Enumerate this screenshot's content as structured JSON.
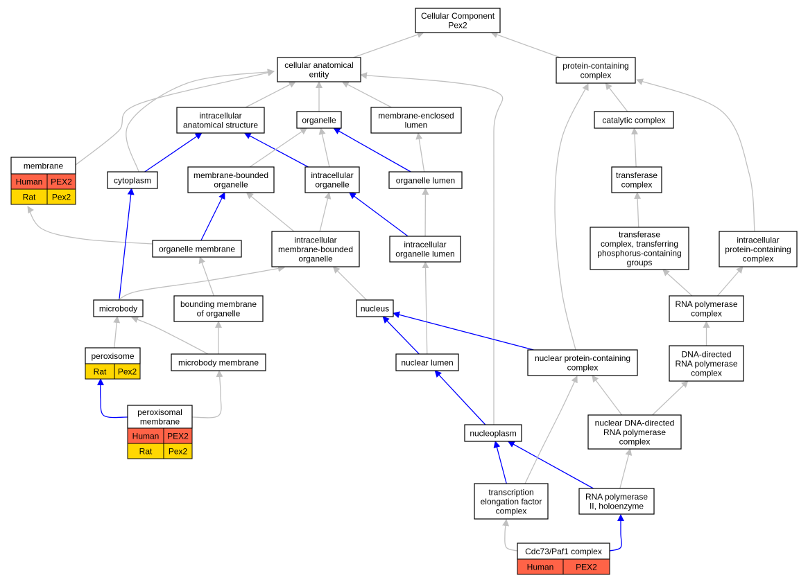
{
  "colors": {
    "is_a": "#c0c0c0",
    "part_of": "#0000ff",
    "human": "#ff6347",
    "rat": "#ffd700"
  },
  "nodes": {
    "cc": [
      "Cellular Component",
      "Pex2"
    ],
    "cae": [
      "cellular anatomical",
      "entity"
    ],
    "pcc": [
      "protein-containing",
      "complex"
    ],
    "ias": [
      "intracellular",
      "anatomical structure"
    ],
    "org": [
      "organelle"
    ],
    "mel": [
      "membrane-enclosed",
      "lumen"
    ],
    "cat": [
      "catalytic complex"
    ],
    "membrane": [
      "membrane"
    ],
    "cyto": [
      "cytoplasm"
    ],
    "mbo": [
      "membrane-bounded",
      "organelle"
    ],
    "io": [
      "intracellular",
      "organelle"
    ],
    "ol": [
      "organelle lumen"
    ],
    "tc": [
      "transferase",
      "complex"
    ],
    "om": [
      "organelle membrane"
    ],
    "imbo": [
      "intracellular",
      "membrane-bounded",
      "organelle"
    ],
    "iol": [
      "intracellular",
      "organelle lumen"
    ],
    "tctp": [
      "transferase",
      "complex, transferring",
      "phosphorus-containing",
      "groups"
    ],
    "ipcc": [
      "intracellular",
      "protein-containing",
      "complex"
    ],
    "micro": [
      "microbody"
    ],
    "bmo": [
      "bounding membrane",
      "of organelle"
    ],
    "nuc": [
      "nucleus"
    ],
    "rnapc": [
      "RNA polymerase",
      "complex"
    ],
    "perox": [
      "peroxisome"
    ],
    "mm": [
      "microbody membrane"
    ],
    "nl": [
      "nuclear lumen"
    ],
    "npcc": [
      "nuclear protein-containing",
      "complex"
    ],
    "ddrnap": [
      "DNA-directed",
      "RNA polymerase",
      "complex"
    ],
    "pm": [
      "peroxisomal",
      "membrane"
    ],
    "np": [
      "nucleoplasm"
    ],
    "nddrnap": [
      "nuclear DNA-directed",
      "RNA polymerase",
      "complex"
    ],
    "tefc": [
      "transcription",
      "elongation factor",
      "complex"
    ],
    "rnap2": [
      "RNA polymerase",
      "II, holoenzyme"
    ],
    "cdc73": [
      "Cdc73/Paf1 complex"
    ]
  },
  "species_tables": {
    "membrane": [
      [
        "Human",
        "PEX2"
      ],
      [
        "Rat",
        "Pex2"
      ]
    ],
    "perox": [
      [
        "Rat",
        "Pex2"
      ]
    ],
    "pm": [
      [
        "Human",
        "PEX2"
      ],
      [
        "Rat",
        "Pex2"
      ]
    ],
    "cdc73": [
      [
        "Human",
        "PEX2"
      ]
    ]
  },
  "edges": [
    {
      "from": "cae",
      "to": "cc",
      "type": "is_a"
    },
    {
      "from": "pcc",
      "to": "cc",
      "type": "is_a"
    },
    {
      "from": "membrane",
      "to": "cae",
      "type": "is_a"
    },
    {
      "from": "cyto",
      "to": "cae",
      "type": "is_a"
    },
    {
      "from": "ias",
      "to": "cae",
      "type": "is_a"
    },
    {
      "from": "org",
      "to": "cae",
      "type": "is_a"
    },
    {
      "from": "mel",
      "to": "cae",
      "type": "is_a"
    },
    {
      "from": "np",
      "to": "cae",
      "type": "is_a"
    },
    {
      "from": "cat",
      "to": "pcc",
      "type": "is_a"
    },
    {
      "from": "ipcc",
      "to": "pcc",
      "type": "is_a"
    },
    {
      "from": "npcc",
      "to": "pcc",
      "type": "is_a"
    },
    {
      "from": "cyto",
      "to": "ias",
      "type": "part_of"
    },
    {
      "from": "io",
      "to": "ias",
      "type": "part_of"
    },
    {
      "from": "mbo",
      "to": "org",
      "type": "is_a"
    },
    {
      "from": "io",
      "to": "org",
      "type": "is_a"
    },
    {
      "from": "ol",
      "to": "org",
      "type": "part_of"
    },
    {
      "from": "ol",
      "to": "mel",
      "type": "is_a"
    },
    {
      "from": "tc",
      "to": "cat",
      "type": "is_a"
    },
    {
      "from": "om",
      "to": "membrane",
      "type": "is_a"
    },
    {
      "from": "micro",
      "to": "cyto",
      "type": "part_of"
    },
    {
      "from": "om",
      "to": "mbo",
      "type": "part_of"
    },
    {
      "from": "imbo",
      "to": "mbo",
      "type": "is_a"
    },
    {
      "from": "imbo",
      "to": "io",
      "type": "is_a"
    },
    {
      "from": "iol",
      "to": "io",
      "type": "part_of"
    },
    {
      "from": "iol",
      "to": "ol",
      "type": "is_a"
    },
    {
      "from": "tctp",
      "to": "tc",
      "type": "is_a"
    },
    {
      "from": "micro",
      "to": "imbo",
      "type": "is_a"
    },
    {
      "from": "bmo",
      "to": "om",
      "type": "is_a"
    },
    {
      "from": "nuc",
      "to": "imbo",
      "type": "is_a"
    },
    {
      "from": "nl",
      "to": "iol",
      "type": "is_a"
    },
    {
      "from": "rnapc",
      "to": "tctp",
      "type": "is_a"
    },
    {
      "from": "rnapc",
      "to": "ipcc",
      "type": "is_a"
    },
    {
      "from": "perox",
      "to": "micro",
      "type": "is_a"
    },
    {
      "from": "mm",
      "to": "micro",
      "type": "part_of_grey"
    },
    {
      "from": "mm",
      "to": "bmo",
      "type": "is_a"
    },
    {
      "from": "nl",
      "to": "nuc",
      "type": "part_of"
    },
    {
      "from": "npcc",
      "to": "nuc",
      "type": "part_of"
    },
    {
      "from": "ddrnap",
      "to": "rnapc",
      "type": "is_a"
    },
    {
      "from": "pm",
      "to": "perox",
      "type": "part_of"
    },
    {
      "from": "pm",
      "to": "mm",
      "type": "is_a"
    },
    {
      "from": "np",
      "to": "nl",
      "type": "part_of"
    },
    {
      "from": "nddrnap",
      "to": "npcc",
      "type": "is_a"
    },
    {
      "from": "nddrnap",
      "to": "ddrnap",
      "type": "is_a"
    },
    {
      "from": "tefc",
      "to": "np",
      "type": "part_of"
    },
    {
      "from": "rnap2",
      "to": "np",
      "type": "part_of"
    },
    {
      "from": "tefc",
      "to": "npcc",
      "type": "is_a"
    },
    {
      "from": "rnap2",
      "to": "nddrnap",
      "type": "is_a"
    },
    {
      "from": "cdc73",
      "to": "tefc",
      "type": "is_a"
    },
    {
      "from": "cdc73",
      "to": "rnap2",
      "type": "part_of"
    }
  ]
}
